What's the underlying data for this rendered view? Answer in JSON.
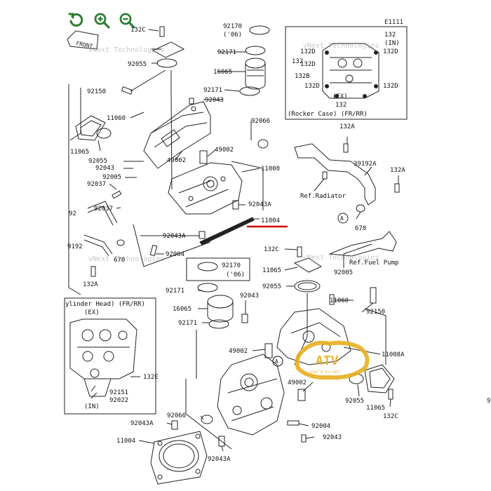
{
  "toolbar": {
    "accent": "#2e7d32",
    "buttons": [
      {
        "name": "reset-rotate-button",
        "icon": "rotate-ccw-icon"
      },
      {
        "name": "zoom-in-button",
        "icon": "zoom-in-icon"
      },
      {
        "name": "zoom-out-button",
        "icon": "zoom-out-icon"
      }
    ]
  },
  "diagram": {
    "code": "E1111",
    "front_label": "FRONT",
    "highlight_color": "#cc0000",
    "watermark": "vNext Technologies",
    "stamp_text": "ATV",
    "stamp_subtext": "FRONT OF ATV PARTS",
    "inset_rocker": {
      "title": "(Rocker Case) (FR/RR)",
      "top_label": "(IN)",
      "bottom_label": "(EX)",
      "labels": [
        "132",
        "132D",
        "132D",
        "132B",
        "132D",
        "132D",
        "132D",
        "132",
        "132"
      ]
    },
    "inset_head": {
      "title": "ylinder Head) (FR/RR)",
      "top_label": "(EX)",
      "bottom_label": "(IN)",
      "labels": [
        "132E",
        "92151",
        "92022"
      ]
    },
    "refs": {
      "radiator": "Ref.Radiator",
      "fuel_pump": "Ref.Fuel Pump",
      "circle_a": "A"
    },
    "labels": {
      "l132c_t": "132C",
      "l92055_t": "92055",
      "l92170_t": "92170",
      "l06_t": "('06)",
      "l92171_t1": "92171",
      "l16065_t": "16065",
      "l92171_t2": "92171",
      "l92043_t1": "92043",
      "l92150_t": "92150",
      "l11060_t": "11060",
      "l11065_t": "11065",
      "l92055_t2": "92055",
      "l92066_t": "92066",
      "l49002_t1": "49002",
      "l49002_t2": "49002",
      "l11008_t": "11008",
      "l92043_t2": "92043",
      "l92005_t": "92005",
      "l92037_t1": "92037",
      "l92037_t2": "92037",
      "l92_t": "92",
      "l92043a_t": "92043A",
      "l11004_t": "11004",
      "l92043a_t2": "92043A",
      "l9192_t": "9192",
      "l92004_t": "92004",
      "l670_t1": "670",
      "l132a_t1": "132A",
      "l132a_r1": "132A",
      "l39192a": "39192A",
      "l132a_r2": "132A",
      "l670_r": "670",
      "l132c_m": "132C",
      "l11065_m": "11065",
      "l92005_m": "92005",
      "l92170_b": "92170",
      "l06_b": "('06)",
      "l92171_b1": "92171",
      "l92055_b": "92055",
      "l92043_b1": "92043",
      "l16065_b": "16065",
      "l92171_b2": "92171",
      "l11060_b": "11060",
      "l92150_b": "92150",
      "l49002_b": "49002",
      "l11008a_b": "11008A",
      "l49002_b2": "49002",
      "l92055_b2": "92055",
      "l11065_b": "11065",
      "l132c_b": "132C",
      "l92066_b": "92066",
      "l92043a_b": "92043A",
      "l92004_b": "92004",
      "l92043_b2": "92043",
      "l11004_b": "11004",
      "l92043a_b2": "92043A",
      "l9_b": "9"
    }
  }
}
